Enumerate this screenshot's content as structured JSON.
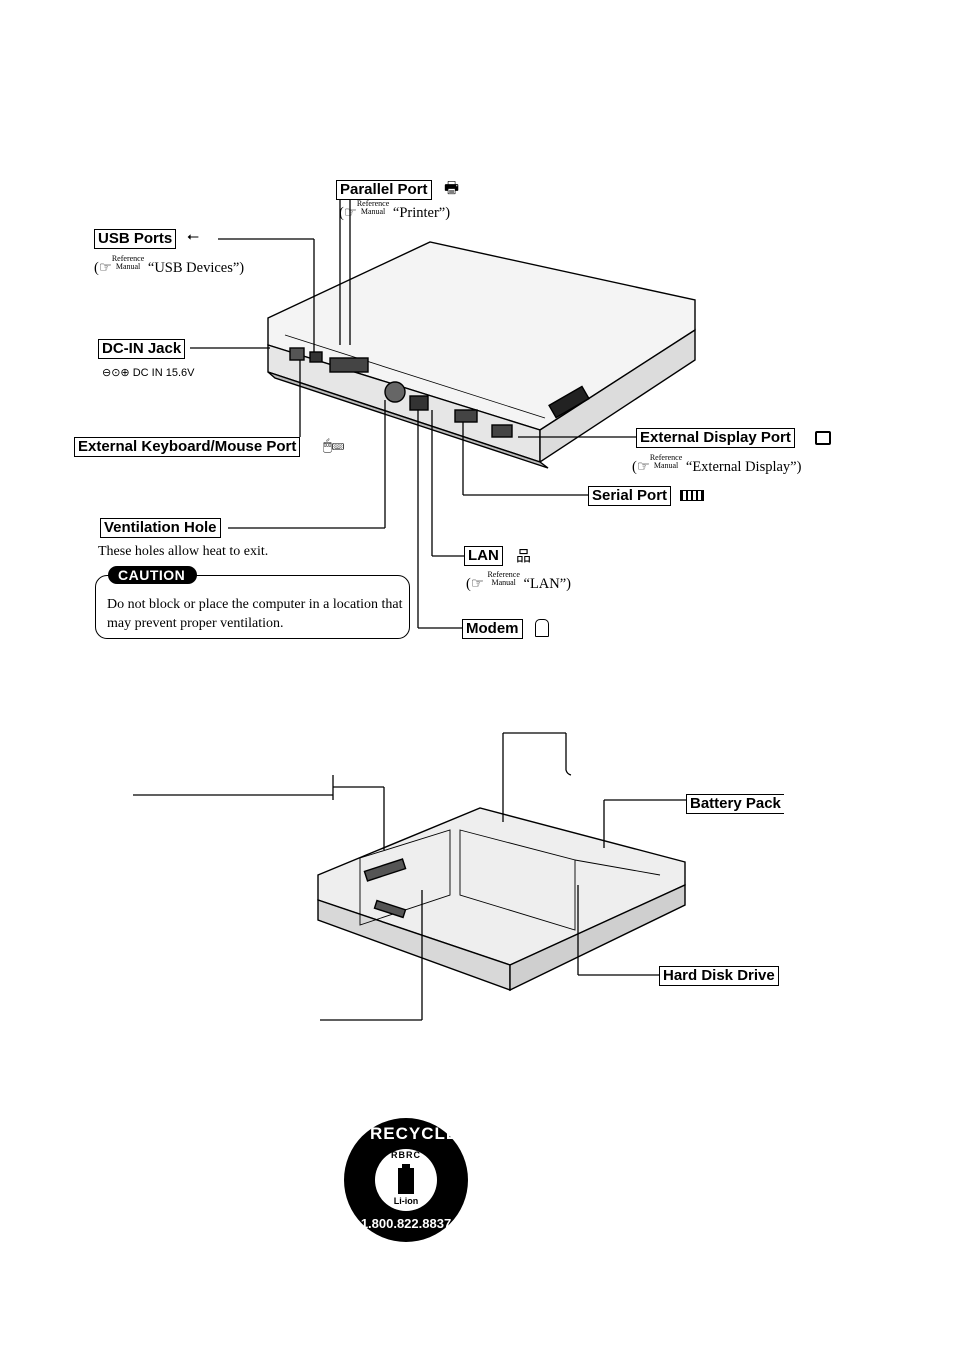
{
  "top_figure": {
    "labels": {
      "parallel_port": "Parallel Port",
      "usb_ports": "USB Ports",
      "dc_in_jack": "DC-IN Jack",
      "ext_kbd_mouse": "External Keyboard/Mouse Port",
      "ventilation": "Ventilation Hole",
      "external_display": "External Display Port",
      "serial_port": "Serial Port",
      "lan": "LAN",
      "modem": "Modem"
    },
    "refs": {
      "ref_word": "Reference",
      "manual_word": "Manual",
      "printer": "“Printer”)",
      "usb_devices": "“USB Devices”)",
      "external_display": "“External Display”)",
      "lan": "“LAN”)"
    },
    "dc_in_rating": "DC IN 15.6V",
    "vent_note": "These holes allow heat to exit.",
    "caution": {
      "badge": "CAUTION",
      "text": "Do not block or place the computer in a location that may prevent proper ventilation."
    }
  },
  "bottom_figure": {
    "labels": {
      "battery_pack": "Battery Pack",
      "hard_disk": "Hard Disk Drive"
    }
  },
  "recycle_logo": {
    "top_text": "RECYCLE",
    "org": "RBRC",
    "chem": "Li-ion",
    "phone": "1.800.822.8837"
  }
}
